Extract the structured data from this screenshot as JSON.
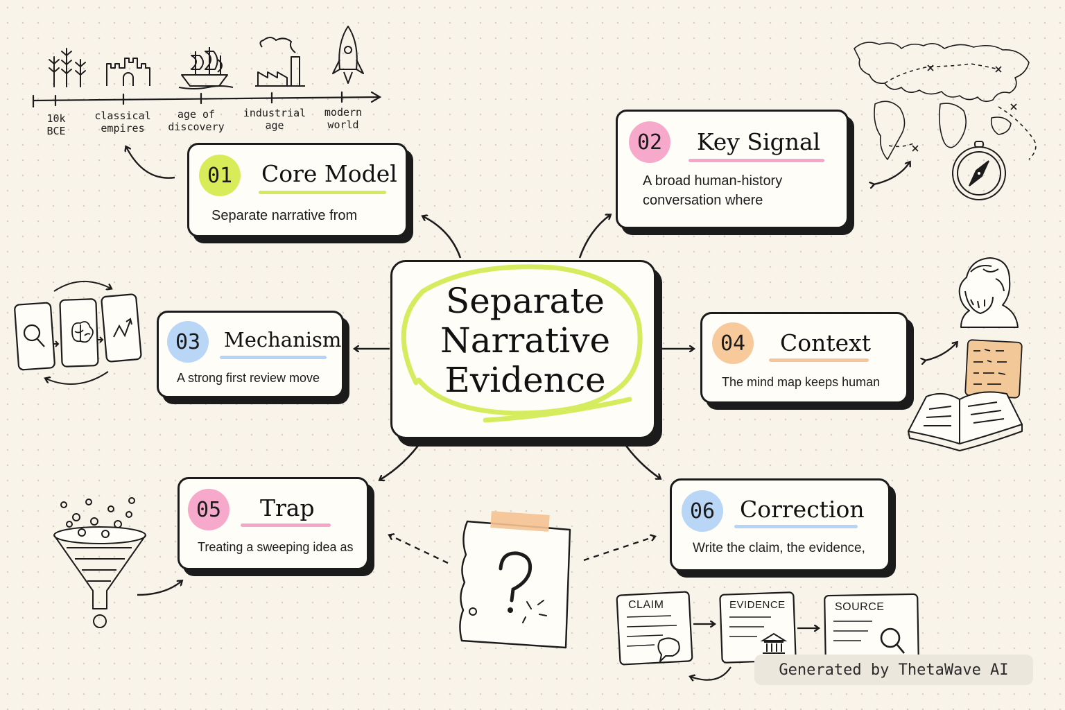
{
  "center": {
    "lines": [
      "Separate",
      "Narrative",
      "Evidence"
    ]
  },
  "timeline": {
    "labels": [
      [
        "10k",
        "BCE"
      ],
      [
        "classical",
        "empires"
      ],
      [
        "age of",
        "discovery"
      ],
      [
        "industrial",
        "age"
      ],
      [
        "modern",
        "world"
      ]
    ]
  },
  "cards": [
    {
      "num": "01",
      "title": "Core Model",
      "body": [
        "Separate narrative from"
      ],
      "color": "#d8ec5a",
      "underline": "#d3ea5e"
    },
    {
      "num": "02",
      "title": "Key Signal",
      "body": [
        "A broad human-history",
        "conversation where"
      ],
      "color": "#f7a9cb",
      "underline": "#f6a6c9"
    },
    {
      "num": "03",
      "title": "Mechanism",
      "body": [
        "A strong first review move"
      ],
      "color": "#b9d6f7",
      "underline": "#b5d3f5"
    },
    {
      "num": "04",
      "title": "Context",
      "body": [
        "The mind map keeps human"
      ],
      "color": "#f7c99b",
      "underline": "#f5c699"
    },
    {
      "num": "05",
      "title": "Trap",
      "body": [
        "Treating a sweeping idea as"
      ],
      "color": "#f7a9cb",
      "underline": "#f6a6c9"
    },
    {
      "num": "06",
      "title": "Correction",
      "body": [
        "Write the claim, the evidence,"
      ],
      "color": "#b9d6f7",
      "underline": "#b5d3f5"
    }
  ],
  "evidence_chain": {
    "labels": [
      "CLAIM",
      "EVIDENCE",
      "SOURCE"
    ]
  },
  "footer": {
    "watermark": "Generated by ThetaWave AI"
  },
  "icons": [
    "wheat-icon",
    "castle-icon",
    "sailing-ship-icon",
    "factory-icon",
    "rocket-icon",
    "world-map-icon",
    "compass-icon",
    "search-card-icon",
    "brain-card-icon",
    "chart-card-icon",
    "philosopher-bust-icon",
    "clay-tablet-icon",
    "open-book-icon",
    "funnel-icon",
    "question-note-icon",
    "speech-bubble-icon",
    "museum-icon",
    "magnifier-icon"
  ]
}
